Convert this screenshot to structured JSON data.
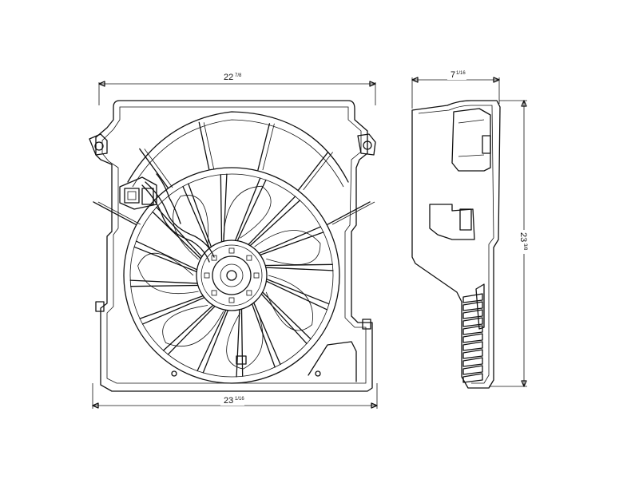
{
  "front_view": {
    "top_width": {
      "whole": "22",
      "fraction": "7/8"
    },
    "bottom_width": {
      "whole": "23",
      "fraction": "1/16"
    }
  },
  "side_view": {
    "depth": {
      "whole": "7",
      "fraction": "1/16"
    },
    "height": {
      "whole": "23",
      "fraction": "3/8"
    }
  },
  "colors": {
    "line": "#111111",
    "background": "#ffffff"
  }
}
